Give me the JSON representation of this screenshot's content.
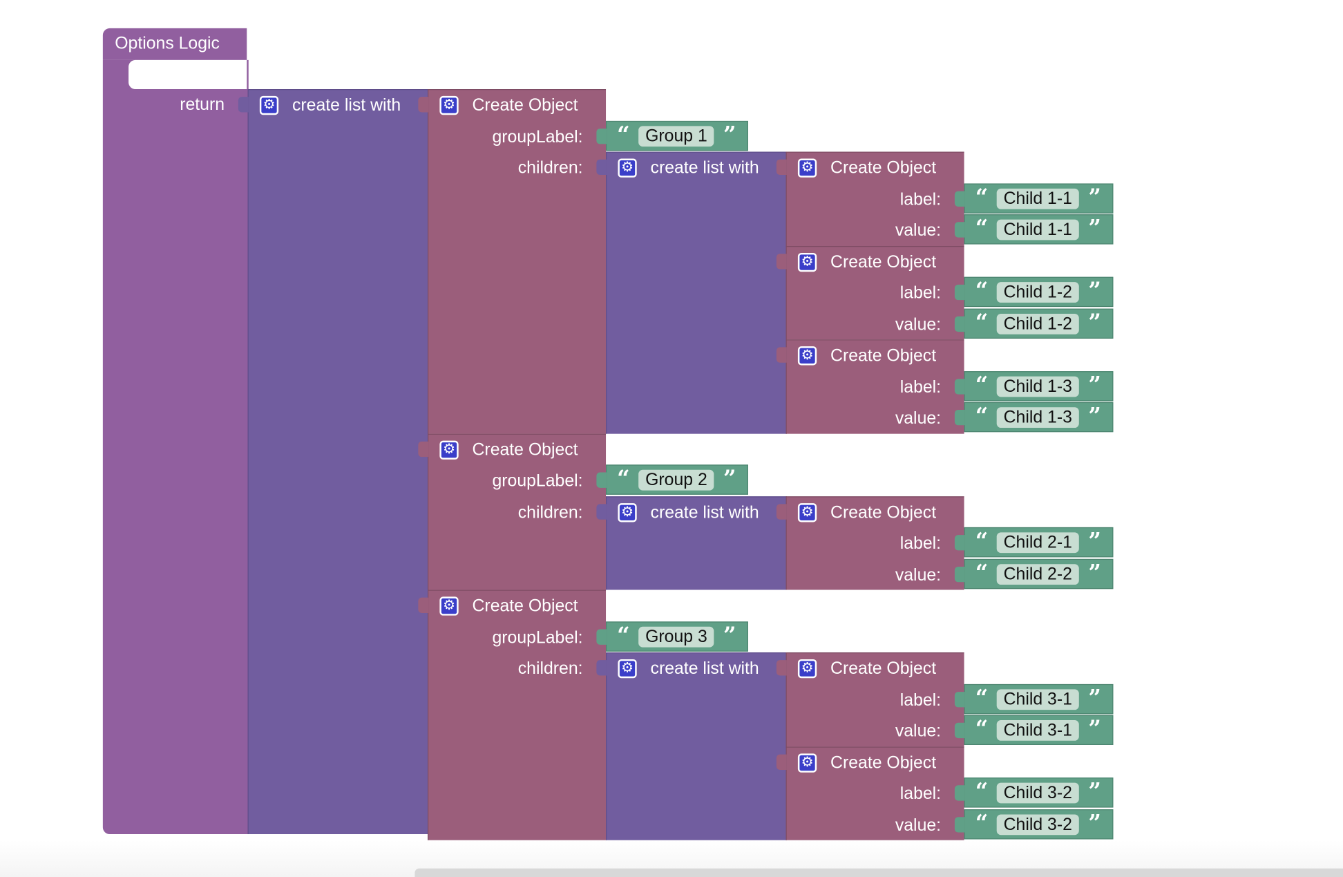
{
  "procedure": {
    "title": "Options Logic",
    "return_label": "return"
  },
  "outer_list": {
    "label": "create list with"
  },
  "groups": [
    {
      "object_label": "Create Object",
      "group_label_field": "groupLabel:",
      "group_label_value": "Group 1",
      "children_field": "children:",
      "children_list_label": "create list with",
      "children": [
        {
          "object_label": "Create Object",
          "label_field": "label:",
          "label_value": "Child 1-1",
          "value_field": "value:",
          "value_value": "Child 1-1"
        },
        {
          "object_label": "Create Object",
          "label_field": "label:",
          "label_value": "Child 1-2",
          "value_field": "value:",
          "value_value": "Child 1-2"
        },
        {
          "object_label": "Create Object",
          "label_field": "label:",
          "label_value": "Child 1-3",
          "value_field": "value:",
          "value_value": "Child 1-3"
        }
      ]
    },
    {
      "object_label": "Create Object",
      "group_label_field": "groupLabel:",
      "group_label_value": "Group 2",
      "children_field": "children:",
      "children_list_label": "create list with",
      "children": [
        {
          "object_label": "Create Object",
          "label_field": "label:",
          "label_value": "Child 2-1",
          "value_field": "value:",
          "value_value": "Child 2-2"
        }
      ]
    },
    {
      "object_label": "Create Object",
      "group_label_field": "groupLabel:",
      "group_label_value": "Group 3",
      "children_field": "children:",
      "children_list_label": "create list with",
      "children": [
        {
          "object_label": "Create Object",
          "label_field": "label:",
          "label_value": "Child 3-1",
          "value_field": "value:",
          "value_value": "Child 3-1"
        },
        {
          "object_label": "Create Object",
          "label_field": "label:",
          "label_value": "Child 3-2",
          "value_field": "value:",
          "value_value": "Child 3-2"
        }
      ]
    }
  ],
  "icons": {
    "mutator": "gear-icon",
    "quote_open": "“",
    "quote_close": "”"
  },
  "colors": {
    "procedure": "#915f9f",
    "list": "#715d9f",
    "object": "#9b5e7b",
    "text": "#60a087",
    "gear": "#3a3ec9"
  }
}
